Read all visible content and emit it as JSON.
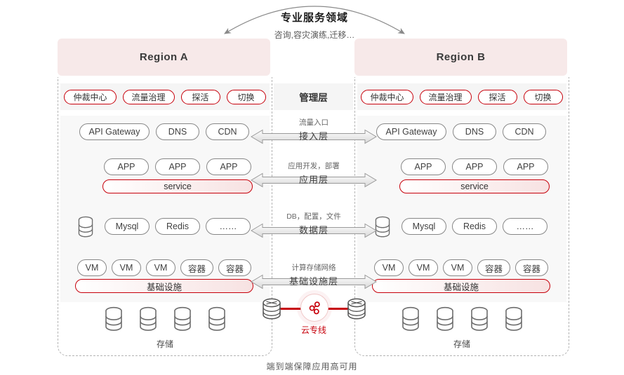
{
  "header": {
    "title": "专业服务领域",
    "subtitle": "咨询,容灾演练,迁移…"
  },
  "management_label": "管理层",
  "layers": [
    {
      "note": "流量入口",
      "label": "接入层"
    },
    {
      "note": "应用开发，部署",
      "label": "应用层"
    },
    {
      "note": "DB，配置，文件",
      "label": "数据层"
    },
    {
      "note": "计算存储网络",
      "label": "基础设施层"
    }
  ],
  "interconnect_label": "云专线",
  "caption": "端到端保障应用高可用",
  "regions": [
    {
      "name": "Region A",
      "control_pills": [
        "仲裁中心",
        "流量治理",
        "探活",
        "切换"
      ],
      "access_pills": [
        "API Gateway",
        "DNS",
        "CDN"
      ],
      "app_pills": [
        "APP",
        "APP",
        "APP"
      ],
      "service_label": "service",
      "data_pills": [
        "Mysql",
        "Redis",
        "……"
      ],
      "infra_pills": [
        "VM",
        "VM",
        "VM",
        "容器",
        "容器"
      ],
      "infra_label": "基础设施",
      "storage_label": "存储"
    },
    {
      "name": "Region B",
      "control_pills": [
        "仲裁中心",
        "流量治理",
        "探活",
        "切换"
      ],
      "access_pills": [
        "API Gateway",
        "DNS",
        "CDN"
      ],
      "app_pills": [
        "APP",
        "APP",
        "APP"
      ],
      "service_label": "service",
      "data_pills": [
        "Mysql",
        "Redis",
        "……"
      ],
      "infra_pills": [
        "VM",
        "VM",
        "VM",
        "容器",
        "容器"
      ],
      "infra_label": "基础设施",
      "storage_label": "存储"
    }
  ],
  "icons": {
    "database": "db-cylinder",
    "storage": "db-cylinder",
    "switch": "network-switch",
    "interconnect": "linked-nodes",
    "top_arrow": "curved-double-arrow",
    "layer_arrow": "horizontal-double-arrow"
  },
  "colors": {
    "brand_red": "#c7000b",
    "header_pink": "#f7e9e9",
    "band_gray": "#f5f5f5",
    "panel_gray": "#f8f8f8",
    "outline_gray": "#878787"
  }
}
